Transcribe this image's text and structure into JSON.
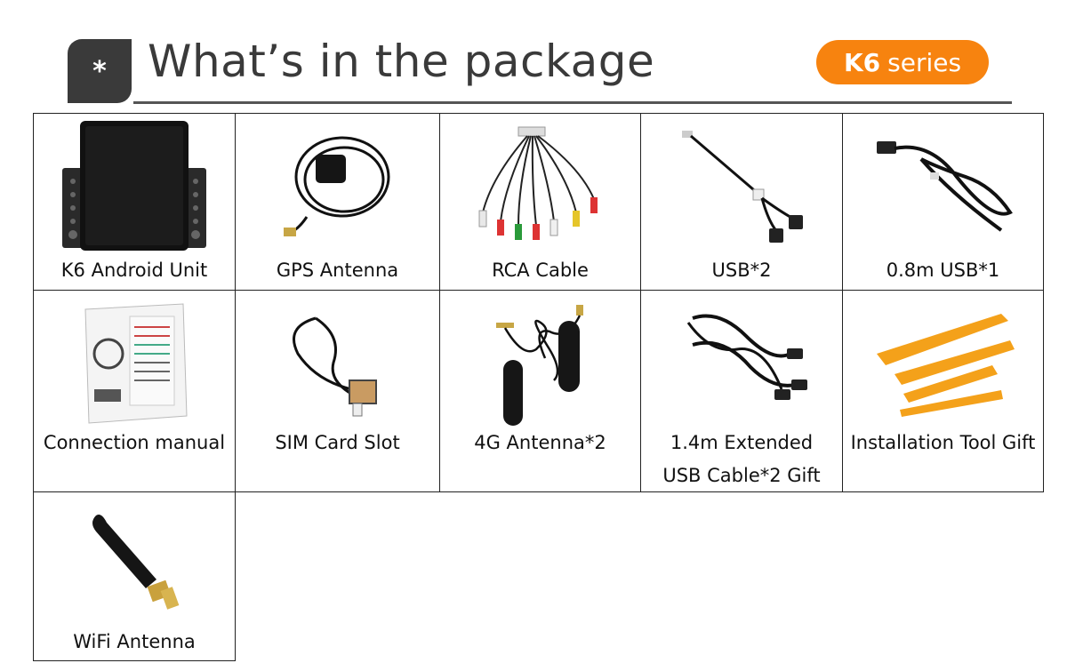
{
  "header": {
    "badge_symbol": "*",
    "title": "What’s in the package",
    "series_bold": "K6",
    "series_rest": "series",
    "accent_color": "#f7830f"
  },
  "items": [
    {
      "label": "K6 Android Unit",
      "icon": "head-unit-icon"
    },
    {
      "label": "GPS Antenna",
      "icon": "gps-antenna-icon"
    },
    {
      "label": "RCA Cable",
      "icon": "rca-cable-icon"
    },
    {
      "label": "USB*2",
      "icon": "usb-cable-icon"
    },
    {
      "label": "0.8m USB*1",
      "icon": "usb-cable-short-icon"
    },
    {
      "label": "Connection manual",
      "icon": "manual-icon"
    },
    {
      "label": "SIM Card Slot",
      "icon": "sim-slot-icon"
    },
    {
      "label": "4G Antenna*2",
      "icon": "4g-antenna-icon"
    },
    {
      "label_line1": "1.4m Extended",
      "label_line2": "USB Cable*2 Gift",
      "icon": "extended-usb-cable-icon"
    },
    {
      "label": "Installation Tool Gift",
      "icon": "pry-tool-icon"
    },
    {
      "label": "WiFi Antenna",
      "icon": "wifi-antenna-icon"
    }
  ]
}
